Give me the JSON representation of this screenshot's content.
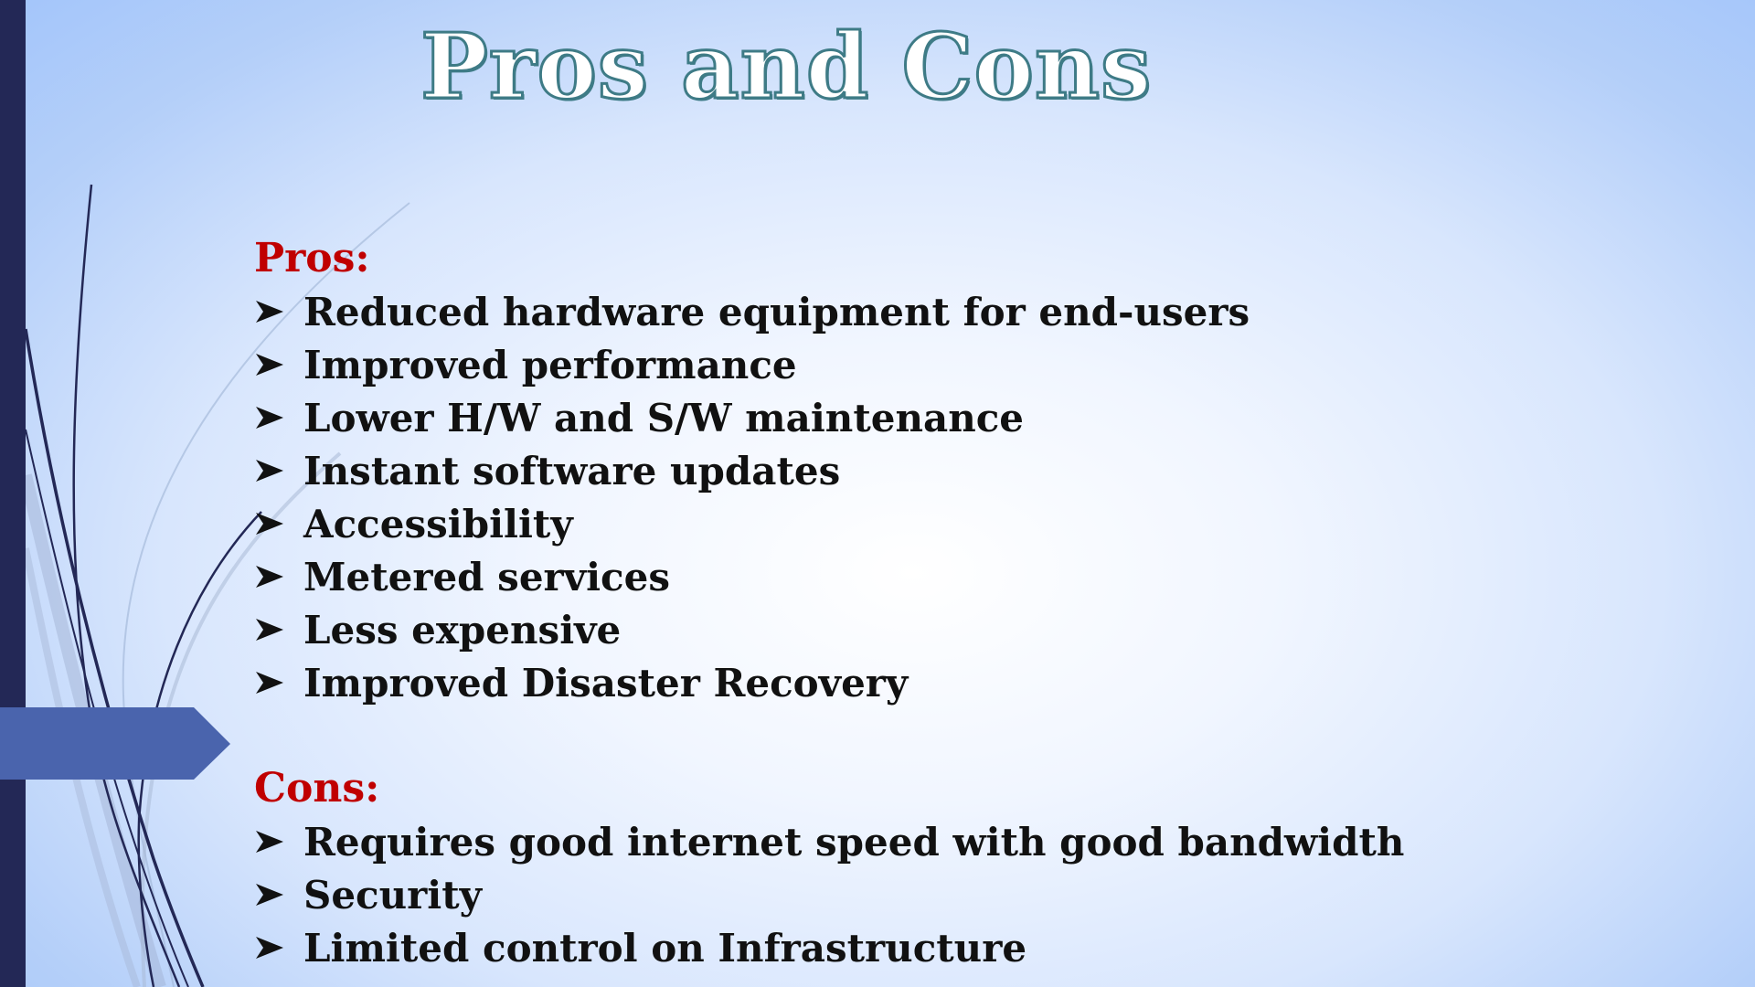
{
  "slide": {
    "title": "Pros and Cons",
    "pros": {
      "heading": "Pros:",
      "items": [
        "Reduced hardware equipment for end-users",
        "Improved performance",
        "Lower H/W and S/W maintenance",
        "Instant software updates",
        "Accessibility",
        "Metered services",
        "Less expensive",
        "Improved Disaster Recovery"
      ]
    },
    "cons": {
      "heading": "Cons:",
      "items": [
        "Requires good internet speed with good bandwidth",
        "Security",
        "Limited control on Infrastructure"
      ]
    }
  },
  "colors": {
    "title_fill": "#ffffff",
    "title_outline": "#3e7b86",
    "heading": "#c00000",
    "body_text": "#111111",
    "left_bar": "#232856",
    "arrow_tab": "#4a64ad"
  },
  "icons": {
    "bullet": "arrowhead-bullet-icon"
  }
}
